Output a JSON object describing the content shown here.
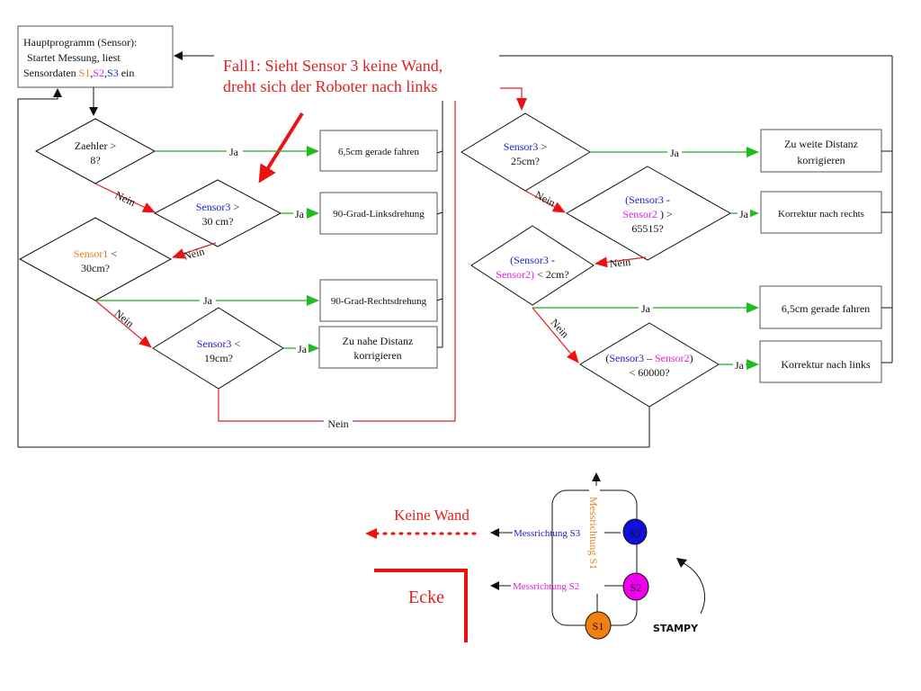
{
  "colors": {
    "s1": "#e87d1e",
    "s2": "#e020e0",
    "s3": "#2020cc",
    "yes_arrow": "#22aa22",
    "no_arrow": "#e02020",
    "annotation": "#e02020"
  },
  "main_box": {
    "line1": "Hauptprogramm (Sensor):",
    "line2": "Startet Messung, liest",
    "line3_prefix": "Sensordaten ",
    "s1": "S1",
    "comma1": ",",
    "s2": "S2",
    "comma2": ",",
    "s3": "S3",
    "suffix": " ein"
  },
  "annotation": {
    "line1": "Fall1: Sieht Sensor 3 keine Wand,",
    "line2": "dreht sich der Roboter nach links"
  },
  "labels": {
    "yes": "Ja",
    "no": "Nein"
  },
  "left_flow": {
    "d_counter": {
      "line1": "Zaehler >",
      "line2": "8?"
    },
    "d_s3_30": {
      "sensor": "Sensor3",
      "op": " >",
      "line2": "30 cm?"
    },
    "d_s1_30": {
      "sensor": "Sensor1",
      "op": " <",
      "line2": "30cm?"
    },
    "d_s3_19": {
      "sensor": "Sensor3",
      "op": " <",
      "line2": "19cm?"
    },
    "b_forward": "6,5cm gerade fahren",
    "b_left90": "90-Grad-Linksdrehung",
    "b_right90": "90-Grad-Rechtsdrehung",
    "b_too_close": {
      "line1": "Zu nahe Distanz",
      "line2": "korrigieren"
    }
  },
  "right_flow": {
    "d_s3_25": {
      "sensor": "Sensor3",
      "op": "  >",
      "line2": "25cm?"
    },
    "d_diff_65515": {
      "open": "(",
      "s3": "Sensor3",
      "minus": "  -",
      "s2": "Sensor2",
      "close": " )",
      "op": "  >",
      "line3": "65515?"
    },
    "d_diff_2": {
      "open": "(",
      "s3": "Sensor3",
      "minus": " -",
      "s2": "Sensor2)",
      "op": " < 2cm?"
    },
    "d_diff_60000": {
      "open": "(",
      "s3": "Sensor3",
      "minus": " – ",
      "s2": "Sensor2",
      "close": ")",
      "line2": "< 60000?"
    },
    "b_too_far": {
      "line1": "Zu weite Distanz",
      "line2": "korrigieren"
    },
    "b_corr_right": "Korrektur nach rechts",
    "b_forward": "6,5cm gerade fahren",
    "b_corr_left": "Korrektur nach links"
  },
  "robot": {
    "no_wall": "Keine Wand",
    "corner": "Ecke",
    "dir_s3": "Messrichtung S3",
    "dir_s2": "Messrichtung S2",
    "dir_s1": "Messrichtung S1",
    "s1": "S1",
    "s2": "S2",
    "s3": "S3",
    "name": "STAMPY"
  }
}
